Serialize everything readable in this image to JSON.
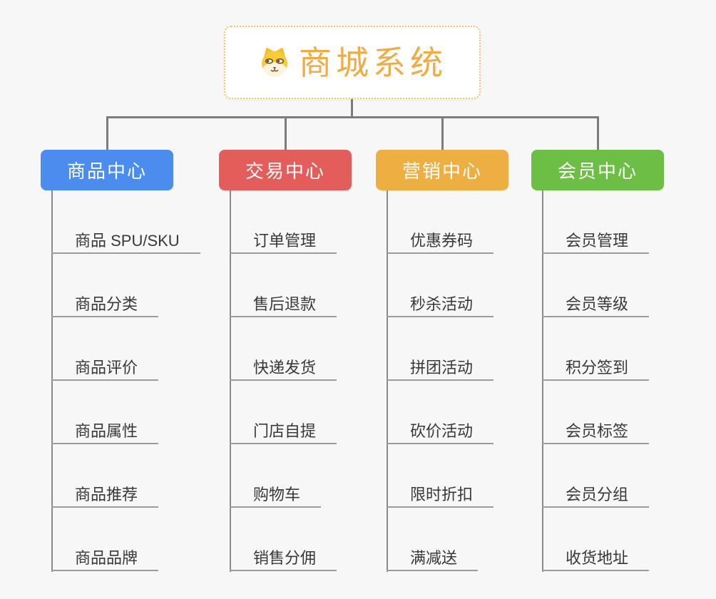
{
  "root": {
    "title": "商城系统",
    "icon": "dog-icon",
    "accent_color": "#F0AC42",
    "border_color": "#EFC46A"
  },
  "connector_color": "#7C7C7C",
  "line_color": "#8A8A8A",
  "underline_color": "#9C9C9C",
  "leaf_text_color": "#383838",
  "background_color": "#F7F7F7",
  "branches": [
    {
      "label": "商品中心",
      "color": "#4A8DEE",
      "items": [
        "商品 SPU/SKU",
        "商品分类",
        "商品评价",
        "商品属性",
        "商品推荐",
        "商品品牌"
      ]
    },
    {
      "label": "交易中心",
      "color": "#E35D5B",
      "items": [
        "订单管理",
        "售后退款",
        "快递发货",
        "门店自提",
        "购物车",
        "销售分佣"
      ]
    },
    {
      "label": "营销中心",
      "color": "#EDAF41",
      "items": [
        "优惠券码",
        "秒杀活动",
        "拼团活动",
        "砍价活动",
        "限时折扣",
        "满减送"
      ]
    },
    {
      "label": "会员中心",
      "color": "#6CBE44",
      "items": [
        "会员管理",
        "会员等级",
        "积分签到",
        "会员标签",
        "会员分组",
        "收货地址"
      ]
    }
  ]
}
